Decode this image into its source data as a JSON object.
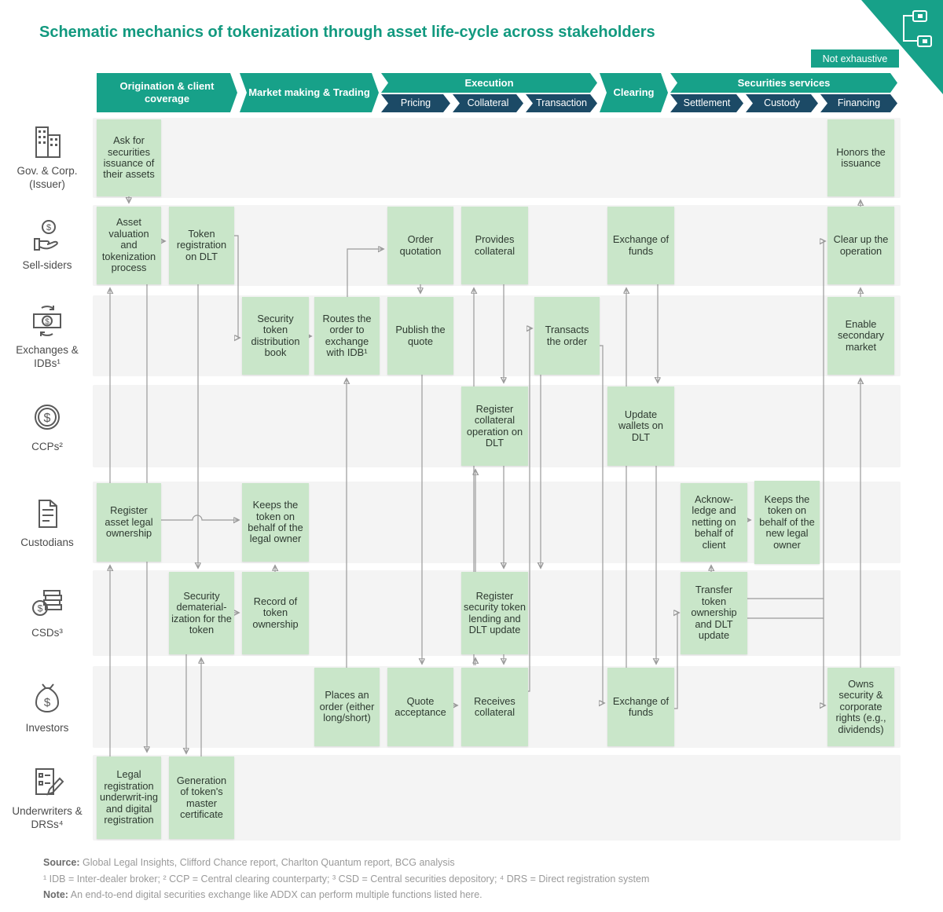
{
  "title": "Schematic mechanics of tokenization through asset life-cycle across stakeholders",
  "badge": "Not exhaustive",
  "phases": {
    "origination": "Origination & client coverage",
    "market_making": "Market making & Trading",
    "execution": "Execution",
    "execution_subs": [
      "Pricing",
      "Collateral",
      "Transaction"
    ],
    "clearing": "Clearing",
    "securities": "Securities services",
    "securities_subs": [
      "Settlement",
      "Custody",
      "Financing"
    ]
  },
  "lanes": [
    {
      "label": "Gov. & Corp. (Issuer)",
      "icon": "buildings-icon"
    },
    {
      "label": "Sell-siders",
      "icon": "hand-coin-icon"
    },
    {
      "label": "Exchanges & IDBs¹",
      "icon": "bill-exchange-icon"
    },
    {
      "label": "CCPs²",
      "icon": "coin-icon"
    },
    {
      "label": "Custodians",
      "icon": "document-icon"
    },
    {
      "label": "CSDs³",
      "icon": "coins-stack-icon"
    },
    {
      "label": "Investors",
      "icon": "money-bag-icon"
    },
    {
      "label": "Underwriters & DRSs⁴",
      "icon": "document-pen-icon"
    }
  ],
  "nodes": [
    {
      "id": "ask-securities",
      "label": "Ask for securities issuance of their assets"
    },
    {
      "id": "asset-valuation",
      "label": "Asset valuation and tokenization process"
    },
    {
      "id": "token-registration",
      "label": "Token registration on DLT"
    },
    {
      "id": "order-quotation",
      "label": "Order quotation"
    },
    {
      "id": "provides-collateral",
      "label": "Provides collateral"
    },
    {
      "id": "exchange-of-funds-sell",
      "label": "Exchange of funds"
    },
    {
      "id": "clear-up-operation",
      "label": "Clear up the operation"
    },
    {
      "id": "honors-issuance",
      "label": "Honors the issuance"
    },
    {
      "id": "security-token-distribution",
      "label": "Security token distribution book"
    },
    {
      "id": "routes-order",
      "label": "Routes the order to exchange with IDB¹"
    },
    {
      "id": "publish-quote",
      "label": "Publish the quote"
    },
    {
      "id": "transacts-order",
      "label": "Transacts the order"
    },
    {
      "id": "enable-secondary-market",
      "label": "Enable secondary market"
    },
    {
      "id": "register-collateral",
      "label": "Register collateral operation on DLT"
    },
    {
      "id": "update-wallets",
      "label": "Update wallets on DLT"
    },
    {
      "id": "register-asset-legal",
      "label": "Register asset legal ownership"
    },
    {
      "id": "keeps-token-legal-owner",
      "label": "Keeps the token on behalf of the legal owner"
    },
    {
      "id": "acknowledge-netting",
      "label": "Acknow-ledge and netting on behalf of client"
    },
    {
      "id": "keeps-token-new-owner",
      "label": "Keeps the token on behalf of the new legal owner"
    },
    {
      "id": "security-dematerialization",
      "label": "Security dematerial-ization for the token"
    },
    {
      "id": "record-token-ownership",
      "label": "Record of token ownership"
    },
    {
      "id": "register-lending",
      "label": "Register security token lending and DLT update"
    },
    {
      "id": "transfer-token-ownership",
      "label": "Transfer token ownership and DLT update"
    },
    {
      "id": "places-order",
      "label": "Places an order (either long/short)"
    },
    {
      "id": "quote-acceptance",
      "label": "Quote acceptance"
    },
    {
      "id": "receives-collateral",
      "label": "Receives collateral"
    },
    {
      "id": "exchange-of-funds-investor",
      "label": "Exchange of funds"
    },
    {
      "id": "owns-security-rights",
      "label": "Owns security & corporate rights (e.g., dividends)"
    },
    {
      "id": "legal-registration",
      "label": "Legal registration underwrit-ing and digital registration"
    },
    {
      "id": "generation-master-certificate",
      "label": "Generation of token's master certificate"
    }
  ],
  "footer": {
    "source_label": "Source:",
    "source_text": " Global Legal Insights, Clifford Chance report, Charlton Quantum report, BCG analysis",
    "footnotes": "¹ IDB = Inter-dealer broker; ² CCP = Central clearing counterparty; ³ CSD = Central securities depository; ⁴ DRS = Direct registration system",
    "note_label": "Note:",
    "note_text": " An end-to-end digital securities exchange like ADDX can perform multiple functions listed here."
  },
  "colors": {
    "teal": "#17A189",
    "navy": "#1C4A66",
    "node_green": "#C9E6C9",
    "line_gray": "#9A9A9A"
  }
}
